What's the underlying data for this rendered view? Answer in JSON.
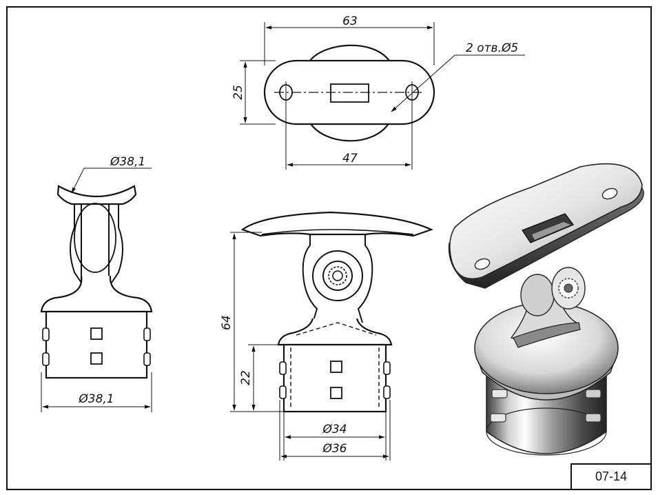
{
  "drawing": {
    "code": "07-14",
    "top_view": {
      "width_label": "63",
      "height_label": "25",
      "hole_spacing_label": "47",
      "holes_label": "2 отв.Ø5"
    },
    "side_view": {
      "saddle_label": "Ø38,1",
      "base_label": "Ø38,1"
    },
    "front_view": {
      "height_total_label": "64",
      "height_base_label": "22",
      "inner_dia_label": "Ø34",
      "outer_dia_label": "Ø36"
    }
  },
  "colors": {
    "line": "#111111",
    "background": "#ffffff",
    "metal_light": "#f2f2f2",
    "metal_dark": "#5a5a5a"
  }
}
